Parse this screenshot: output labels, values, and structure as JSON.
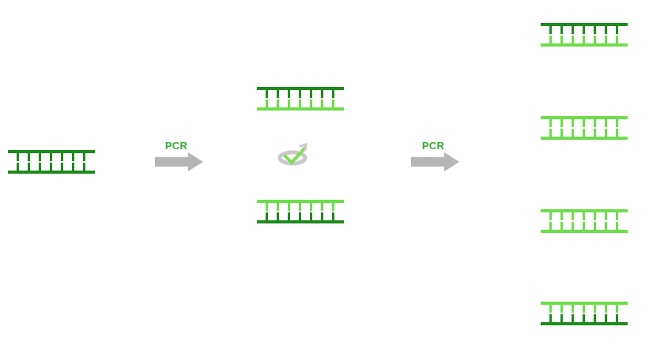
{
  "colors": {
    "dark_strand": "#1e8a1e",
    "light_strand": "#6cde4a",
    "arrow": "#b5b5b5",
    "label": "#3aa83a",
    "enzyme_gray": "#c9c9c9",
    "enzyme_check": "#7ddc55"
  },
  "steps": [
    {
      "label": "PCR"
    },
    {
      "label": "PCR"
    }
  ],
  "stages": {
    "start": [
      {
        "top": "dark",
        "bottom": "dark"
      }
    ],
    "cycle1": [
      {
        "top": "dark",
        "bottom": "light"
      },
      {
        "top": "light",
        "bottom": "dark"
      }
    ],
    "cycle2": [
      {
        "top": "dark",
        "bottom": "light"
      },
      {
        "top": "light",
        "bottom": "light"
      },
      {
        "top": "light",
        "bottom": "light"
      },
      {
        "top": "light",
        "bottom": "dark"
      }
    ]
  },
  "icons": {
    "enzyme": "polymerase-check-icon",
    "arrow": "arrow-right-icon"
  }
}
